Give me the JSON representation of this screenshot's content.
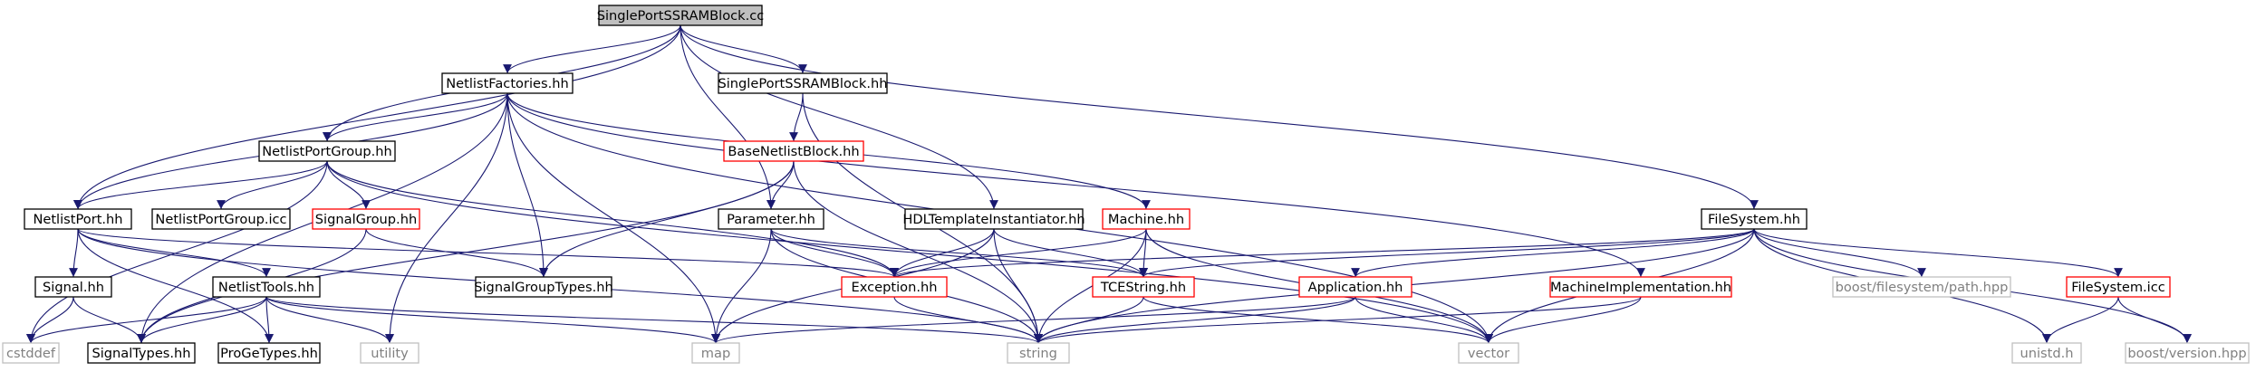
{
  "graph": {
    "direction": "top-to-bottom",
    "edge_color": "#191970",
    "node_styles": {
      "root": {
        "fill": "#bfbfbf",
        "stroke": "#000000",
        "text": "#000000"
      },
      "normal": {
        "fill": "#ffffff",
        "stroke": "#000000",
        "text": "#000000"
      },
      "incomplete": {
        "fill": "#ffffff",
        "stroke": "#ff0000",
        "text": "#000000"
      },
      "external": {
        "fill": "#ffffff",
        "stroke": "#bfbfbf",
        "text": "#808080"
      }
    },
    "nodes": [
      {
        "id": "root",
        "label": "SinglePortSSRAMBlock.cc",
        "style": "root"
      },
      {
        "id": "nf",
        "label": "NetlistFactories.hh",
        "style": "normal"
      },
      {
        "id": "spsh",
        "label": "SinglePortSSRAMBlock.hh",
        "style": "normal"
      },
      {
        "id": "npg",
        "label": "NetlistPortGroup.hh",
        "style": "normal"
      },
      {
        "id": "bnb",
        "label": "BaseNetlistBlock.hh",
        "style": "incomplete"
      },
      {
        "id": "np",
        "label": "NetlistPort.hh",
        "style": "normal"
      },
      {
        "id": "npgicc",
        "label": "NetlistPortGroup.icc",
        "style": "normal"
      },
      {
        "id": "sg",
        "label": "SignalGroup.hh",
        "style": "incomplete"
      },
      {
        "id": "param",
        "label": "Parameter.hh",
        "style": "normal"
      },
      {
        "id": "hdl",
        "label": "HDLTemplateInstantiator.hh",
        "style": "normal"
      },
      {
        "id": "mach",
        "label": "Machine.hh",
        "style": "incomplete"
      },
      {
        "id": "fs",
        "label": "FileSystem.hh",
        "style": "normal"
      },
      {
        "id": "sig",
        "label": "Signal.hh",
        "style": "normal"
      },
      {
        "id": "nt",
        "label": "NetlistTools.hh",
        "style": "normal"
      },
      {
        "id": "sgt",
        "label": "SignalGroupTypes.hh",
        "style": "normal"
      },
      {
        "id": "exc",
        "label": "Exception.hh",
        "style": "incomplete"
      },
      {
        "id": "tce",
        "label": "TCEString.hh",
        "style": "incomplete"
      },
      {
        "id": "app",
        "label": "Application.hh",
        "style": "incomplete"
      },
      {
        "id": "mimpl",
        "label": "MachineImplementation.hh",
        "style": "incomplete"
      },
      {
        "id": "bfs",
        "label": "boost/filesystem/path.hpp",
        "style": "external"
      },
      {
        "id": "fsicc",
        "label": "FileSystem.icc",
        "style": "incomplete"
      },
      {
        "id": "cstddef",
        "label": "cstddef",
        "style": "external"
      },
      {
        "id": "st",
        "label": "SignalTypes.hh",
        "style": "normal"
      },
      {
        "id": "pgt",
        "label": "ProGeTypes.hh",
        "style": "normal"
      },
      {
        "id": "util",
        "label": "utility",
        "style": "external"
      },
      {
        "id": "map",
        "label": "map",
        "style": "external"
      },
      {
        "id": "string",
        "label": "string",
        "style": "external"
      },
      {
        "id": "vector",
        "label": "vector",
        "style": "external"
      },
      {
        "id": "unistd",
        "label": "unistd.h",
        "style": "external"
      },
      {
        "id": "bver",
        "label": "boost/version.hpp",
        "style": "external"
      }
    ],
    "edges": [
      [
        "root",
        "nf"
      ],
      [
        "root",
        "spsh"
      ],
      [
        "root",
        "npg"
      ],
      [
        "root",
        "np"
      ],
      [
        "root",
        "param"
      ],
      [
        "root",
        "hdl"
      ],
      [
        "root",
        "fs"
      ],
      [
        "nf",
        "npg"
      ],
      [
        "nf",
        "np"
      ],
      [
        "nf",
        "st"
      ],
      [
        "nf",
        "sgt"
      ],
      [
        "nf",
        "mach"
      ],
      [
        "nf",
        "util"
      ],
      [
        "nf",
        "map"
      ],
      [
        "nf",
        "vector"
      ],
      [
        "nf",
        "mimpl"
      ],
      [
        "spsh",
        "bnb"
      ],
      [
        "spsh",
        "string"
      ],
      [
        "npg",
        "np"
      ],
      [
        "npg",
        "npgicc"
      ],
      [
        "npg",
        "sg"
      ],
      [
        "npg",
        "exc"
      ],
      [
        "npg",
        "vector"
      ],
      [
        "npg",
        "cstddef"
      ],
      [
        "bnb",
        "param"
      ],
      [
        "bnb",
        "sgt"
      ],
      [
        "bnb",
        "st"
      ],
      [
        "bnb",
        "string"
      ],
      [
        "np",
        "sig"
      ],
      [
        "np",
        "nt"
      ],
      [
        "np",
        "pgt"
      ],
      [
        "np",
        "exc"
      ],
      [
        "np",
        "string"
      ],
      [
        "sg",
        "sgt"
      ],
      [
        "sg",
        "st"
      ],
      [
        "param",
        "exc"
      ],
      [
        "param",
        "tce"
      ],
      [
        "param",
        "map"
      ],
      [
        "param",
        "string"
      ],
      [
        "hdl",
        "exc"
      ],
      [
        "hdl",
        "tce"
      ],
      [
        "hdl",
        "map"
      ],
      [
        "hdl",
        "string"
      ],
      [
        "mach",
        "exc"
      ],
      [
        "mach",
        "tce"
      ],
      [
        "mach",
        "string"
      ],
      [
        "mach",
        "vector"
      ],
      [
        "fs",
        "exc"
      ],
      [
        "fs",
        "tce"
      ],
      [
        "fs",
        "app"
      ],
      [
        "fs",
        "bfs"
      ],
      [
        "fs",
        "fsicc"
      ],
      [
        "fs",
        "vector"
      ],
      [
        "fs",
        "string"
      ],
      [
        "fs",
        "unistd"
      ],
      [
        "fs",
        "bver"
      ],
      [
        "sig",
        "st"
      ],
      [
        "sig",
        "cstddef"
      ],
      [
        "nt",
        "st"
      ],
      [
        "nt",
        "pgt"
      ],
      [
        "nt",
        "util"
      ],
      [
        "nt",
        "map"
      ],
      [
        "nt",
        "string"
      ],
      [
        "nt",
        "cstddef"
      ],
      [
        "exc",
        "string"
      ],
      [
        "tce",
        "string"
      ],
      [
        "tce",
        "vector"
      ],
      [
        "app",
        "string"
      ],
      [
        "app",
        "vector"
      ],
      [
        "app",
        "map"
      ],
      [
        "mimpl",
        "string"
      ],
      [
        "mimpl",
        "vector"
      ],
      [
        "fsicc",
        "unistd"
      ],
      [
        "fsicc",
        "bver"
      ]
    ]
  }
}
